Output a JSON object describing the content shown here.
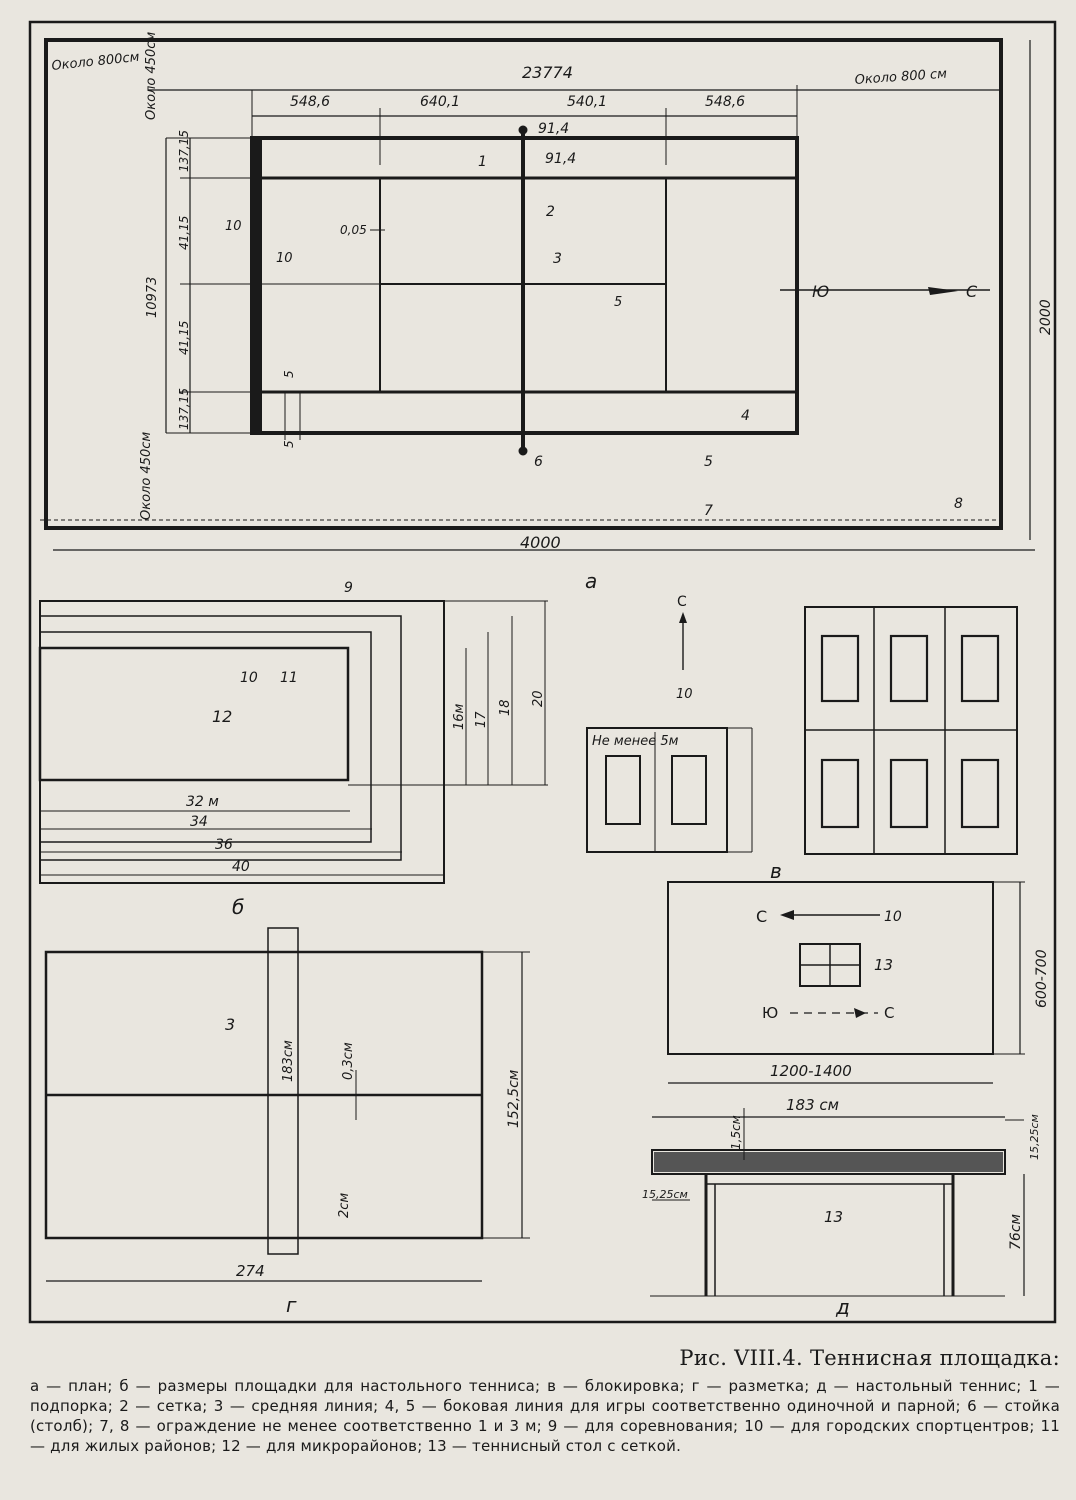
{
  "fig_a": {
    "around_800_left": "Около 800см",
    "around_800_right": "Около 800 см",
    "around_450_top": "Около 450см",
    "around_450_bottom": "Около 450см",
    "dim_total_length": "23774",
    "dim_548_left": "548,6",
    "dim_640": "640,1",
    "dim_540": "540,1",
    "dim_548_right": "548,6",
    "dim_914_a": "91,4",
    "dim_914_b": "91,4",
    "dim_13715_top": "137,15",
    "dim_4115_a": "41,15",
    "dim_4115_b": "41,15",
    "dim_13715_bottom": "137,15",
    "dim_10973": "10973",
    "dim_005": "0,05",
    "dim_10_a": "10",
    "dim_10_b": "10",
    "dim_5_a": "5",
    "dim_5_b": "5",
    "dim_2000": "2000",
    "dim_4000": "4000",
    "label_1": "1",
    "label_2": "2",
    "label_3": "3",
    "label_4": "4",
    "label_5_inner": "5",
    "label_5_lower": "5",
    "label_6": "6",
    "label_7": "7",
    "label_8": "8",
    "dir_south": "Ю",
    "dir_north": "С",
    "letter": "а"
  },
  "fig_b": {
    "label_9": "9",
    "label_10": "10",
    "label_11": "11",
    "label_12": "12",
    "w_32": "32 м",
    "w_34": "34",
    "w_36": "36",
    "w_40": "40",
    "h_16": "16м",
    "h_17": "17",
    "h_18": "18",
    "h_20": "20",
    "letter": "б"
  },
  "fig_v": {
    "north": "С",
    "label_10": "10",
    "not_less": "Не менее 5м",
    "letter": "в"
  },
  "fig_g": {
    "label_3": "3",
    "dim_183": "183см",
    "dim_03": "0,3см",
    "dim_1525": "152,5см",
    "dim_2": "2см",
    "dim_274": "274",
    "letter": "г"
  },
  "fig_d": {
    "north": "С",
    "label_10": "10",
    "label_13": "13",
    "south": "Ю",
    "north2": "С",
    "dim_600_700": "600-700",
    "dim_1200_1400": "1200-1400",
    "dim_183": "183 см",
    "dim_15": "1,5см",
    "dim_1525_left": "15,25см",
    "dim_1525_right": "15,25см",
    "table_13": "13",
    "dim_76": "76см",
    "letter": "д"
  },
  "caption": {
    "title": "Рис. VIII.4. Теннисная площадка:",
    "legend": "а — план; б — размеры площадки для настольного тенниса; в — блокировка; г — разметка; д — настольный теннис; 1 — подпорка; 2 — сетка; 3 — средняя линия; 4, 5 — боковая линия для игры соответственно одиночной и парной; 6 — стойка (столб); 7, 8 — ограждение не менее соответственно 1 и 3 м; 9 — для соревнования; 10 — для городских спортцентров; 11 — для жилых районов; 12 — для микрорайонов; 13 — теннисный стол с сеткой."
  }
}
